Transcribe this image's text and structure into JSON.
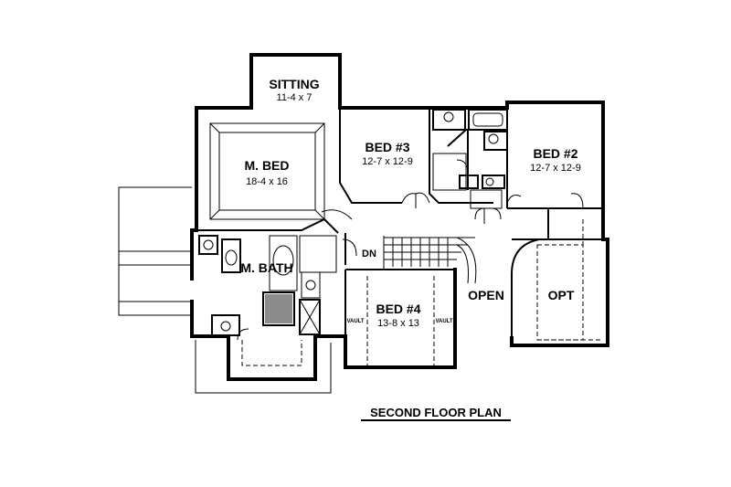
{
  "plan_title": "SECOND FLOOR PLAN",
  "rooms": {
    "sitting": {
      "name": "SITTING",
      "size": "11-4 x 7"
    },
    "master_bed": {
      "name": "M. BED",
      "size": "18-4 x 16"
    },
    "bed3": {
      "name": "BED #3",
      "size": "12-7 x 12-9"
    },
    "bed2": {
      "name": "BED #2",
      "size": "12-7 x 12-9"
    },
    "master_bath": {
      "name": "M. BATH"
    },
    "bed4": {
      "name": "BED #4",
      "size": "13-8 x 13"
    },
    "open": {
      "name": "OPEN"
    },
    "opt": {
      "name": "OPT"
    }
  },
  "labels": {
    "stair_down": "DN",
    "vault_left": "VAULT",
    "vault_right": "VAULT"
  }
}
